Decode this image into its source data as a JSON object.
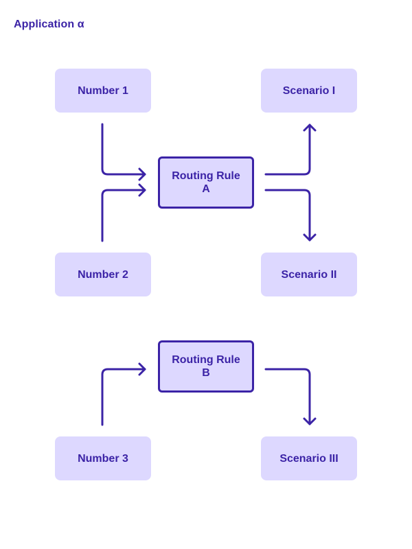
{
  "diagram": {
    "title": "Application α",
    "nodes": {
      "number_1": "Number 1",
      "number_2": "Number 2",
      "number_3": "Number 3",
      "rule_a": "Routing Rule A",
      "rule_b": "Routing Rule B",
      "scenario_1": "Scenario I",
      "scenario_2": "Scenario II",
      "scenario_3": "Scenario III"
    },
    "edges": [
      {
        "from": "Number 1",
        "to": "Routing Rule A"
      },
      {
        "from": "Number 2",
        "to": "Routing Rule A"
      },
      {
        "from": "Routing Rule A",
        "to": "Scenario I"
      },
      {
        "from": "Routing Rule A",
        "to": "Scenario II"
      },
      {
        "from": "Number 3",
        "to": "Routing Rule B"
      },
      {
        "from": "Routing Rule B",
        "to": "Scenario III"
      }
    ],
    "colors": {
      "accent": "#3b23a6",
      "node_fill": "#ddd8ff",
      "background": "#ffffff"
    }
  }
}
